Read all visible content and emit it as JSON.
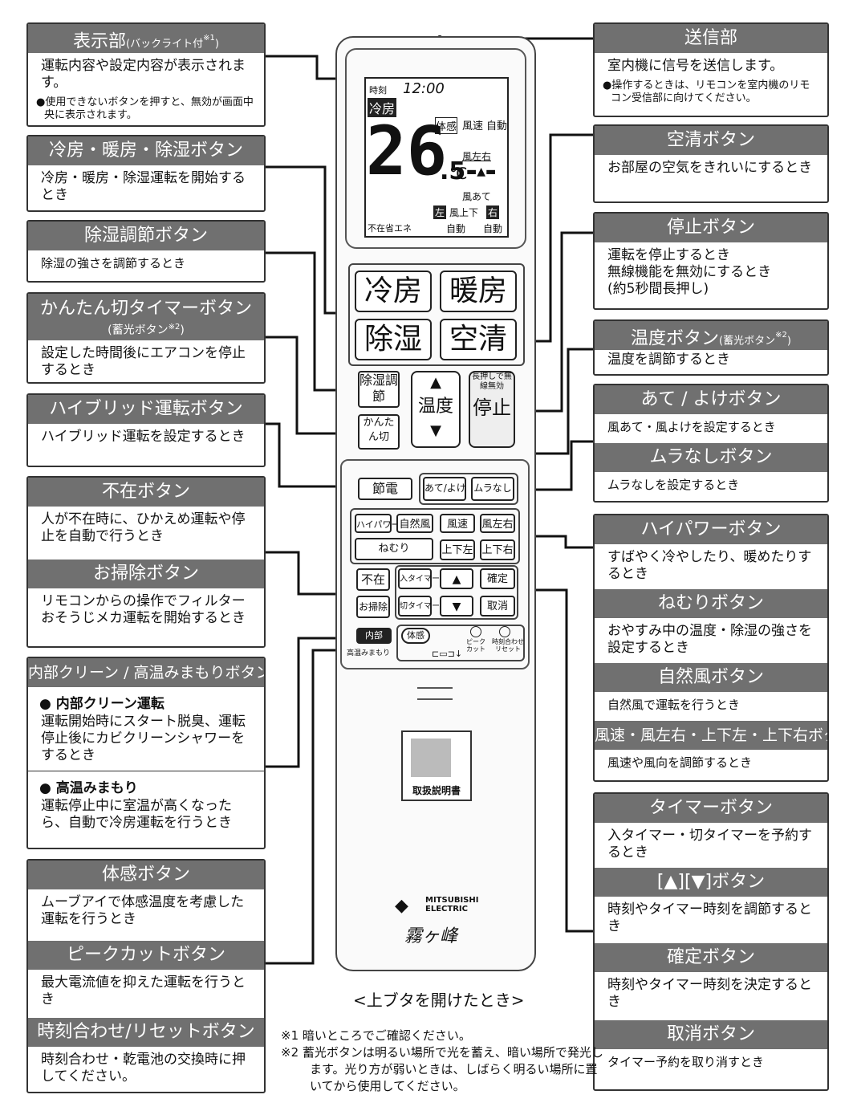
{
  "left": {
    "display": {
      "title": "表示部",
      "sub": "(バックライト付",
      "sup": "※1",
      "close": ")",
      "text": "運転内容や設定内容が表示されます。",
      "note": "●使用できないボタンを押すと、無効が画面中央に表示されます。"
    },
    "cool_heat_dry": {
      "title": "冷房・暖房・除湿ボタン",
      "text": "冷房・暖房・除湿運転を開始するとき"
    },
    "dry_adjust": {
      "title": "除湿調節ボタン",
      "text": "除湿の強さを調節するとき"
    },
    "easy_timer": {
      "title": "かんたん切タイマーボタン",
      "sub": "(蓄光ボタン",
      "sup": "※2",
      "close": ")",
      "text": "設定した時間後にエアコンを停止するとき"
    },
    "hybrid": {
      "title": "ハイブリッド運転ボタン",
      "text": "ハイブリッド運転を設定するとき"
    },
    "absent": {
      "title": "不在ボタン",
      "text": "人が不在時に、ひかえめ運転や停止を自動で行うとき"
    },
    "clean": {
      "title": "お掃除ボタン",
      "text": "リモコンからの操作でフィルターおそうじメカ運転を開始するとき"
    },
    "inner_clean": {
      "title": "内部クリーン / 高温みまもりボタン",
      "sec1": "● 内部クリーン運転",
      "text1": "運転開始時にスタート脱臭、運転停止後にカビクリーンシャワーをするとき",
      "sec2": "● 高温みまもり",
      "text2": "運転停止中に室温が高くなったら、自動で冷房運転を行うとき"
    },
    "body_sense": {
      "title": "体感ボタン",
      "text": "ムーブアイで体感温度を考慮した運転を行うとき"
    },
    "peak_cut": {
      "title": "ピークカットボタン",
      "text": "最大電流値を抑えた運転を行うとき"
    },
    "clock_reset": {
      "title": "時刻合わせ/リセットボタン",
      "text": "時刻合わせ・乾電池の交換時に押してください。"
    }
  },
  "right": {
    "transmitter": {
      "title": "送信部",
      "text": "室内機に信号を送信します。",
      "note": "●操作するときは、リモコンを室内機のリモコン受信部に向けてください。"
    },
    "air_clean": {
      "title": "空清ボタン",
      "text": "お部屋の空気をきれいにするとき"
    },
    "stop": {
      "title": "停止ボタン",
      "text": "運転を停止するとき\n無線機能を無効にするとき\n(約5秒間長押し)"
    },
    "temp": {
      "title": "温度ボタン",
      "sub": "(蓄光ボタン",
      "sup": "※2",
      "close": ")",
      "text": "温度を調節するとき"
    },
    "ate_yoke": {
      "title": "あて / よけボタン",
      "text": "風あて・風よけを設定するとき"
    },
    "muranashi": {
      "title": "ムラなしボタン",
      "text": "ムラなしを設定するとき"
    },
    "high_power": {
      "title": "ハイパワーボタン",
      "text": "すばやく冷やしたり、暖めたりするとき"
    },
    "sleep": {
      "title": "ねむりボタン",
      "text": "おやすみ中の温度・除湿の強さを設定するとき"
    },
    "natural_wind": {
      "title": "自然風ボタン",
      "text": "自然風で運転を行うとき"
    },
    "wind": {
      "title": "風速・風左右・上下左・上下右ボタン",
      "text": "風速や風向を調節するとき"
    },
    "timer": {
      "title": "タイマーボタン",
      "text": "入タイマー・切タイマーを予約するとき"
    },
    "updown": {
      "title": "[▲][▼]ボタン",
      "text": "時刻やタイマー時刻を調節するとき"
    },
    "confirm": {
      "title": "確定ボタン",
      "text": "時刻やタイマー時刻を決定するとき"
    },
    "cancel": {
      "title": "取消ボタン",
      "text": "タイマー予約を取り消すとき"
    }
  },
  "lcd": {
    "time_label": "時刻",
    "time": "12:00",
    "mode": "冷房",
    "temp_big": "26",
    "temp_dec": ".5",
    "unit": "℃",
    "taikan": "体感",
    "fuusoku": "風速",
    "auto": "自動",
    "fuusayuu": "風左右",
    "kazeate": "風あて",
    "left": "左",
    "fuujouge": "風上下",
    "right": "右",
    "fuzai": "不在省エネ",
    "auto2": "自動",
    "auto3": "自動"
  },
  "remote": {
    "cool": "冷房",
    "heat": "暖房",
    "dry": "除湿",
    "clean": "空清",
    "dry_adjust": "除湿調節",
    "easy_timer": "かんたん切",
    "temp": "温度",
    "stop_small": "長押しで無線無効",
    "stop": "停止",
    "hybrid": "節電",
    "ate": "あて/よけ",
    "mura": "ムラなし",
    "hipower": "ハイパワー",
    "natural": "自然風",
    "speed": "風速",
    "lr": "風左右",
    "sleep": "ねむり",
    "ud_left": "上下左",
    "ud_right": "上下右",
    "absent": "不在",
    "clean_btn": "お掃除",
    "on_timer": "入タイマー",
    "off_timer": "切タイマー",
    "up": "▲",
    "down": "▼",
    "confirm": "確定",
    "cancel": "取消",
    "inner": "内部",
    "highwatch": "高温みまもり",
    "body": "体感",
    "peak": "ピークカット",
    "reset": "時刻合わせリセット",
    "manual": "取扱説明書",
    "brand": "MITSUBISHI ELECTRIC",
    "series": "霧ヶ峰"
  },
  "caption": "<上ブタを開けたとき>",
  "footnotes": {
    "n1": "※1 暗いところでご確認ください。",
    "n2": "※2 蓄光ボタンは明るい場所で光を蓄え、暗い場所で発光します。光り方が弱いときは、しばらく明るい場所に置いてから使用してください。"
  }
}
